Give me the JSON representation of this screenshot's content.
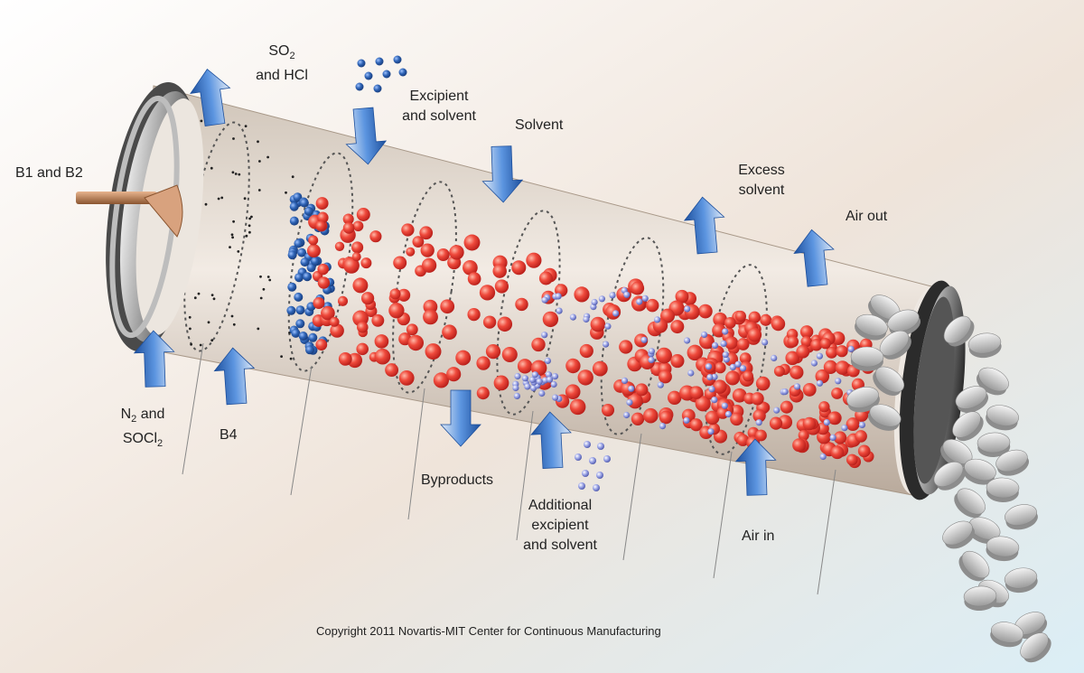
{
  "labels": {
    "so2_hcl": {
      "line1": "SO",
      "line1_sub": "2",
      "line2": "and HCl"
    },
    "excipient_solvent": {
      "line1": "Excipient",
      "line2": "and solvent"
    },
    "solvent": "Solvent",
    "excess_solvent": {
      "line1": "Excess",
      "line2": "solvent"
    },
    "air_out": "Air out",
    "b1_b2": "B1 and B2",
    "n2_socl2": {
      "n": "N",
      "n_sub": "2",
      "n_rest": " and",
      "socl": "SOCl",
      "socl_sub": "2"
    },
    "b4": "B4",
    "byproducts": "Byproducts",
    "additional": {
      "line1": "Additional",
      "line2": "excipient",
      "line3": "and solvent"
    },
    "air_in": "Air in"
  },
  "copyright": "Copyright 2011 Novartis-MIT Center for Continuous Manufacturing",
  "colors": {
    "red_particle": "#e8443a",
    "blue_particle": "#2b5fa8",
    "small_particle": "#8a93d6",
    "arrow_blue": "#2f6fc0",
    "tube": "#d9cfc5",
    "tablet": "#c8c8c8"
  }
}
